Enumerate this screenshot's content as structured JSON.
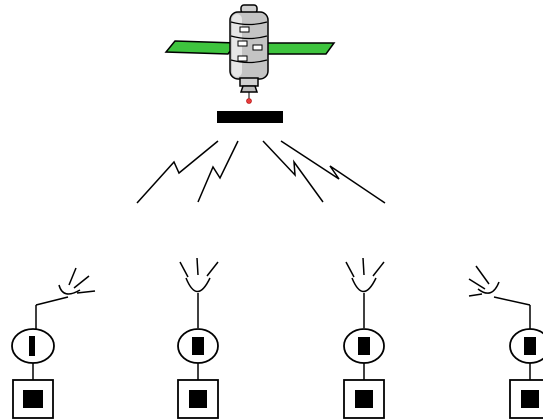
{
  "diagram": {
    "satellite": {
      "icon": "satellite-icon",
      "body_color": "#b8b8b8",
      "panel_color": "#3ec43e",
      "beacon_color": "#e83a3a"
    },
    "uplink_bar": {
      "color": "#000000"
    },
    "signal_count": 4,
    "ground_stations": [
      {
        "name": "station-1",
        "dish_orientation": "tilted-right"
      },
      {
        "name": "station-2",
        "dish_orientation": "upward"
      },
      {
        "name": "station-3",
        "dish_orientation": "upward"
      },
      {
        "name": "station-4",
        "dish_orientation": "tilted-left"
      }
    ]
  }
}
